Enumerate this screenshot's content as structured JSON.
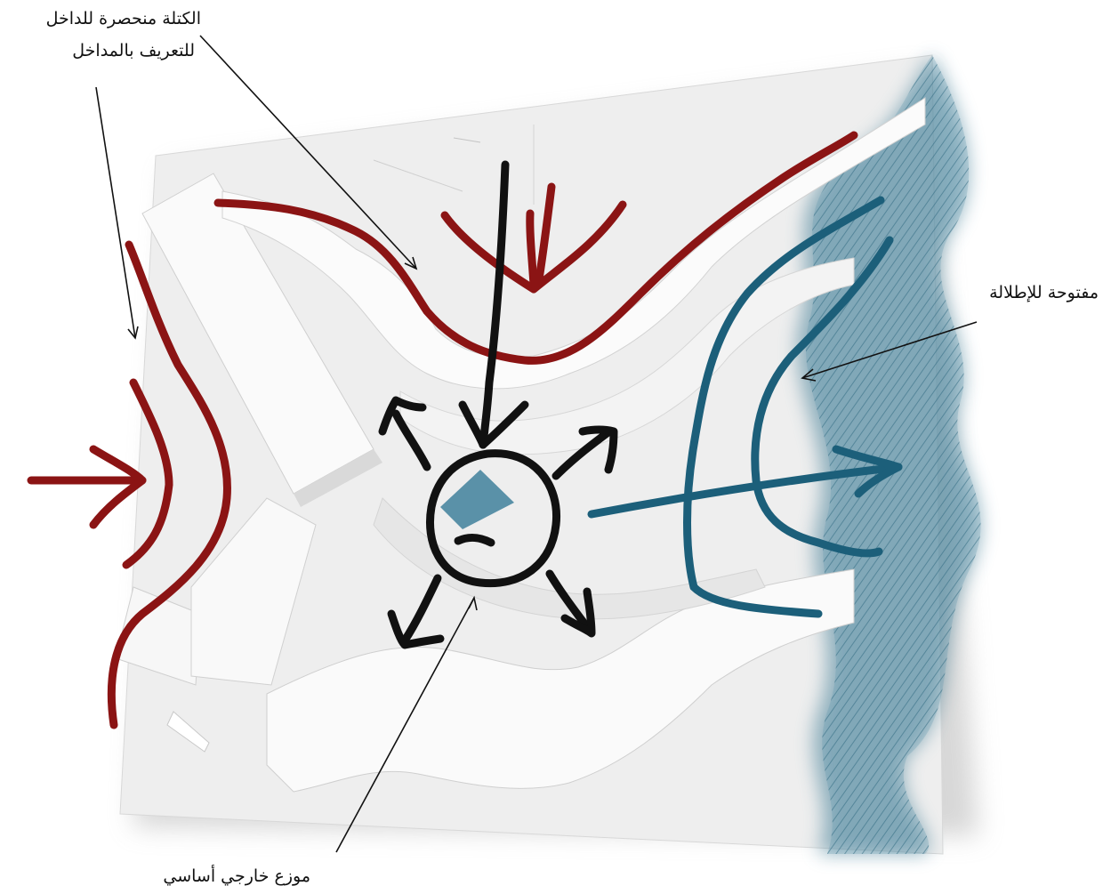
{
  "labels": {
    "massing_line1": "الكتلة منحصرة للداخل",
    "massing_line2": "للتعريف بالمداخل",
    "view": "مفتوحة للإطلالة",
    "distributor": "موزع خارجي أساسي"
  },
  "colors": {
    "entrance_red": "#8b1414",
    "view_blue": "#1c5f7a",
    "circulation_black": "#111111",
    "water": "#3f7d95",
    "model_white": "#f4f4f4"
  }
}
